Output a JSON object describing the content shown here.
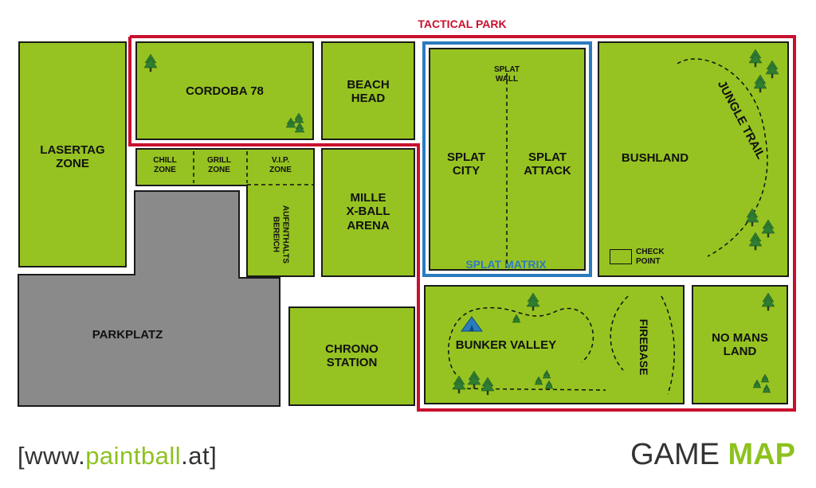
{
  "title": "TACTICAL PARK",
  "colors": {
    "grass": "#96c321",
    "parking": "#8a8a8a",
    "tactical_border": "#c8102e",
    "splat_border": "#2b7bbf",
    "brand_green": "#8dc21f",
    "tree": "#2e7d32",
    "tent": "#2b7bbf"
  },
  "zones": {
    "lasertag": "LASERTAG\nZONE",
    "cordoba": "CORDOBA 78",
    "beach_head": "BEACH\nHEAD",
    "chill": "CHILL\nZONE",
    "grill": "GRILL\nZONE",
    "vip": "V.I.P.\nZONE",
    "aufenthalt": "AUFENTHALTS\nBEREICH",
    "mille": "MILLE\nX-BALL\nARENA",
    "splat_wall": "SPLAT\nWALL",
    "splat_city": "SPLAT\nCITY",
    "splat_attack": "SPLAT\nATTACK",
    "splat_matrix": "SPLAT MATRIX",
    "bushland": "BUSHLAND",
    "jungle_trail": "JUNGLE TRAIL",
    "check_point": "CHECK\nPOINT",
    "parkplatz": "PARKPLATZ",
    "chrono": "CHRONO\nSTATION",
    "bunker_valley": "BUNKER VALLEY",
    "firebase": "FIREBASE",
    "no_mans_land": "NO MANS\nLAND"
  },
  "icons": {
    "tree": "tree-icon",
    "tent": "tent-icon",
    "checkpoint": "checkpoint-box-icon"
  },
  "footer": {
    "url_prefix": "[www.",
    "url_brand": "paintball",
    "url_suffix": ".at]",
    "game_word": "GAME ",
    "map_word": "MAP"
  }
}
